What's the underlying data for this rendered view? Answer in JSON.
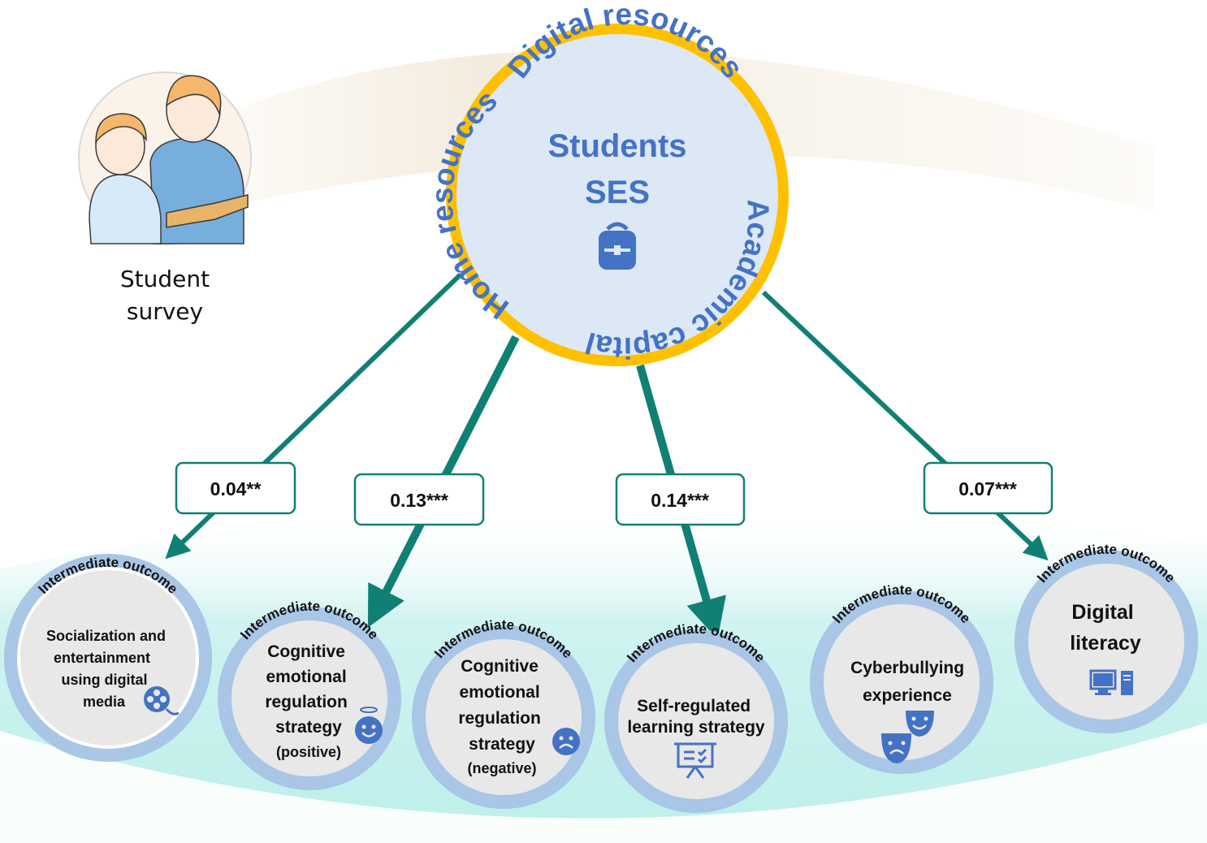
{
  "center": {
    "title_line1": "Students",
    "title_line2": "SES",
    "ring_labels": {
      "top": "Digital resources",
      "left": "Home resources",
      "right": "Academic capital"
    },
    "icon": "backpack-icon"
  },
  "survey": {
    "label_line1": "Student",
    "label_line2": "survey",
    "icon": "students-reading-illustration"
  },
  "coefficients": [
    {
      "value": "0.04**"
    },
    {
      "value": "0.13***"
    },
    {
      "value": "0.14***"
    },
    {
      "value": "0.07***"
    }
  ],
  "outcomes": [
    {
      "arc_label": "Intermediate outcome",
      "lines": [
        "Socialization and",
        "entertainment",
        "using digital",
        "media"
      ],
      "icon": "film-reel-icon"
    },
    {
      "arc_label": "Intermediate outcome",
      "lines": [
        "Cognitive",
        "emotional",
        "regulation",
        "strategy",
        "(positive)"
      ],
      "icon": "smiley-face-icon"
    },
    {
      "arc_label": "Intermediate outcome",
      "lines": [
        "Cognitive",
        "emotional",
        "regulation",
        "strategy",
        "(negative)"
      ],
      "icon": "sad-face-icon"
    },
    {
      "arc_label": "Intermediate outcome",
      "lines": [
        "Self-regulated",
        "learning strategy"
      ],
      "icon": "presentation-board-icon"
    },
    {
      "arc_label": "Intermediate outcome",
      "lines": [
        "Cyberbullying",
        "experience"
      ],
      "icon": "theater-masks-icon"
    },
    {
      "arc_label": "Intermediate outcome",
      "lines": [
        "Digital",
        "literacy"
      ],
      "icon": "computer-icon"
    }
  ],
  "colors": {
    "arrow": "#0F8073",
    "ring": "#F7B800",
    "center_fill": "#DCE8F5",
    "accent_blue": "#4472C4",
    "outcome_ring": "#A9C6E6",
    "outcome_fill": "#E8E8E8"
  }
}
